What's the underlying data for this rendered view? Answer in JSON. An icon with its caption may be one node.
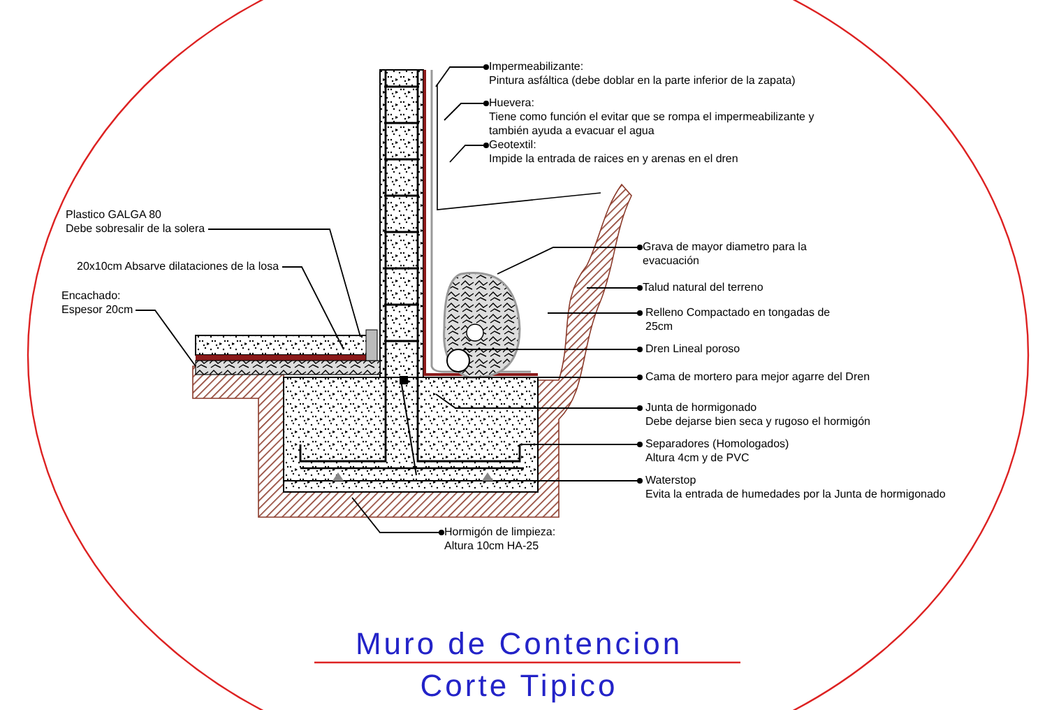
{
  "diagram": {
    "title": "Muro de Contencion",
    "caption": "Corte Tipico",
    "nodes": [
      {
        "text": [
          "Impermeabilizante:",
          "Pintura asfáltica (debe doblar en la parte inferior de la zapata)"
        ]
      },
      {
        "text": [
          "Huevera:",
          "Tiene como función el evitar que se rompa el impermeabilizante y también ayuda a evacuar el agua"
        ]
      },
      {
        "text": [
          "Geotextil:",
          "Impide la entrada de raices en y arenas en el dren"
        ]
      },
      {
        "text": [
          "Plastico GALGA 80",
          "Debe sobresalir de la solera"
        ]
      },
      {
        "text": [
          "20x10cm Absarve dilataciones de la losa"
        ]
      },
      {
        "text": [
          "Encachado:",
          "Espesor 20cm"
        ]
      },
      {
        "text": [
          "Grava de mayor diametro para la evacuación"
        ]
      },
      {
        "text": [
          "Talud natural del terreno"
        ]
      },
      {
        "text": [
          "Relleno Compactado en tongadas de 25cm"
        ]
      },
      {
        "text": [
          "Dren Lineal poroso"
        ]
      },
      {
        "text": [
          "Cama de mortero para mejor agarre del Dren"
        ]
      },
      {
        "text": [
          "Junta de hormigonado",
          "Debe dejarse bien seca y rugoso el hormigón"
        ]
      },
      {
        "text": [
          "Separadores (Homologados)",
          "Altura 4cm y de PVC"
        ]
      },
      {
        "text": [
          "Waterstop",
          "Evita la entrada de humedades por la Junta de hormigonado"
        ]
      },
      {
        "text": [
          "Hormigón de limpieza:",
          "Altura 10cm HA-25"
        ]
      }
    ],
    "edges": [
      {
        "from": 0,
        "to": null,
        "arrow": "other"
      },
      {
        "from": 1,
        "to": null,
        "arrow": "other"
      },
      {
        "from": 2,
        "to": null,
        "arrow": "other"
      },
      {
        "from": 3,
        "to": null,
        "arrow": "none"
      },
      {
        "from": 4,
        "to": null,
        "arrow": "none"
      },
      {
        "from": 5,
        "to": null,
        "arrow": "none"
      },
      {
        "from": 6,
        "to": null,
        "arrow": "other"
      },
      {
        "from": 7,
        "to": null,
        "arrow": "other"
      },
      {
        "from": 8,
        "to": null,
        "arrow": "other"
      },
      {
        "from": 9,
        "to": null,
        "arrow": "other"
      },
      {
        "from": 10,
        "to": null,
        "arrow": "other"
      },
      {
        "from": 11,
        "to": null,
        "arrow": "other"
      },
      {
        "from": 12,
        "to": null,
        "arrow": "other"
      },
      {
        "from": 13,
        "to": null,
        "arrow": "other"
      },
      {
        "from": 14,
        "to": null,
        "arrow": "other"
      }
    ]
  }
}
